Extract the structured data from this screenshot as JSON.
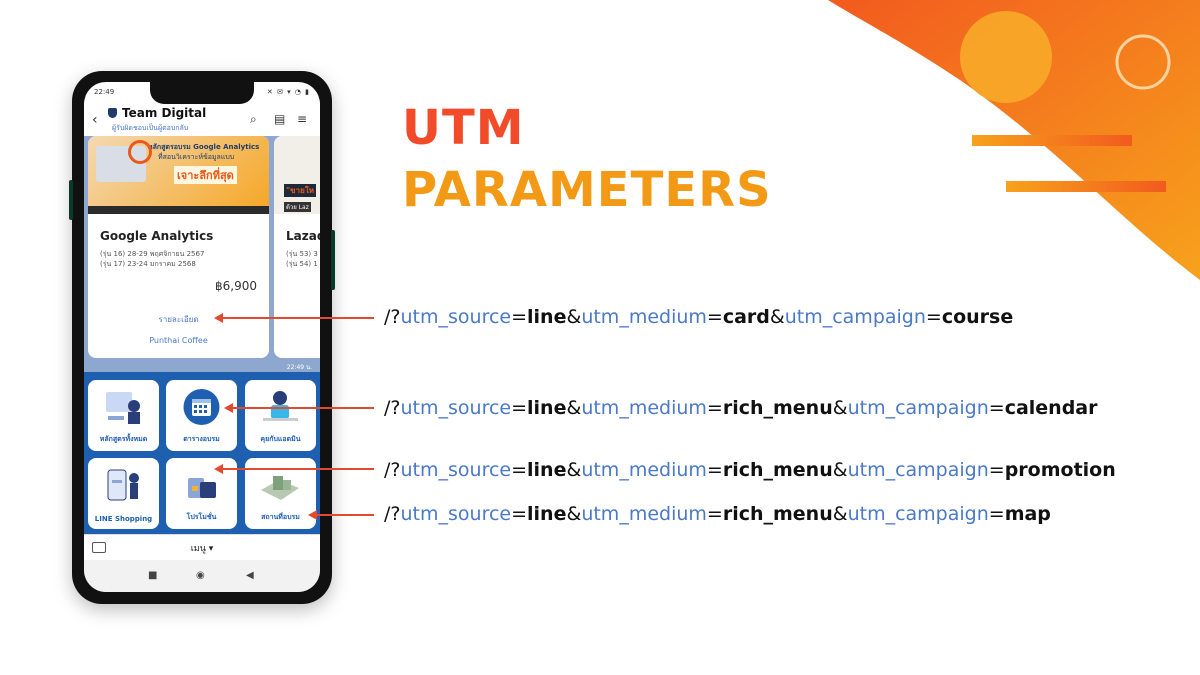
{
  "headline": {
    "line1": "UTM",
    "line2": "PARAMETERS"
  },
  "colors": {
    "headline_red": "#f24b2a",
    "headline_orange": "#f29a16",
    "param_blue": "#4a79c8",
    "arrow_red": "#e24a2e",
    "richmenu_blue": "#1f5fb0"
  },
  "phone": {
    "status": {
      "time": "22:49",
      "icons": "✕ ✉ ▾ ◔ ▮"
    },
    "header": {
      "title": "Team Digital",
      "subtitle": "ผู้รับผิดชอบเป็นผู้ตอบกลับ",
      "icons": [
        "search-icon",
        "note-icon",
        "menu-icon"
      ]
    },
    "cards": [
      {
        "banner_text": "หลักสูตรอบรม Google Analytics",
        "banner_sub": "ที่สอนวิเคราะห์ข้อมูลแบบ",
        "banner_big": "เจาะลึกที่สุด",
        "title": "Google Analytics",
        "lines": [
          "(รุ่น 16) 28-29 พฤศจิกายน 2567",
          "(รุ่น 17) 23-24 มกราคม 2568"
        ],
        "price": "฿6,900",
        "detail_link": "รายละเอียด",
        "footer_link": "Punthai Coffee"
      },
      {
        "banner_text": "\"ขายให",
        "banner_sub": "ด้วย Laz",
        "title": "Lazad",
        "lines": [
          "(รุ่น 53) 3",
          "(รุ่น 54) 1"
        ]
      }
    ],
    "chat_time": "22:49 น.",
    "rich_menu": [
      {
        "label": "หลักสูตรทั้งหมด"
      },
      {
        "label": "ตารางอบรม"
      },
      {
        "label": "คุยกับแอดมิน"
      },
      {
        "label": "LINE Shopping"
      },
      {
        "label": "โปรโมชั่น"
      },
      {
        "label": "สถานที่อบรม"
      }
    ],
    "bottom": {
      "menu_label": "เมนู ▾"
    },
    "nav": {
      "square": "■",
      "circle": "◉",
      "back": "◀"
    }
  },
  "utm_links": [
    {
      "prefix": "/?",
      "p1": "utm_source",
      "v1": "line",
      "p2": "utm_medium",
      "v2": "card",
      "p3": "utm_campaign",
      "v3": "course"
    },
    {
      "prefix": "/?",
      "p1": "utm_source",
      "v1": "line",
      "p2": "utm_medium",
      "v2": "rich_menu",
      "p3": "utm_campaign",
      "v3": "calendar"
    },
    {
      "prefix": "/?",
      "p1": "utm_source",
      "v1": "line",
      "p2": "utm_medium",
      "v2": "rich_menu",
      "p3": "utm_campaign",
      "v3": "promotion"
    },
    {
      "prefix": "/?",
      "p1": "utm_source",
      "v1": "line",
      "p2": "utm_medium",
      "v2": "rich_menu",
      "p3": "utm_campaign",
      "v3": "map"
    }
  ],
  "symbols": {
    "eq": "=",
    "amp": "&"
  }
}
